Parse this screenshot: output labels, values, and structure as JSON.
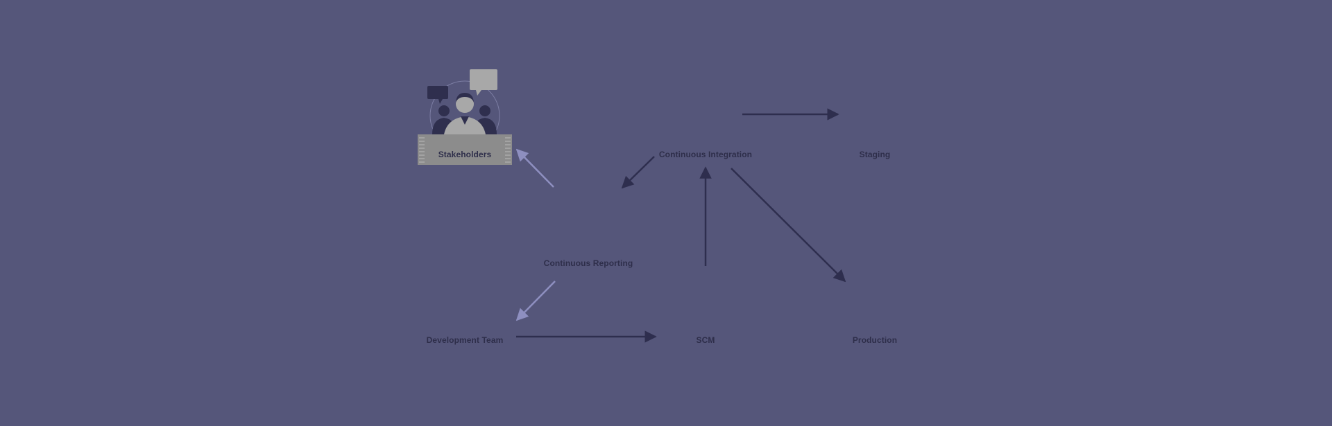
{
  "diagram": {
    "nodes": {
      "stakeholders": {
        "label": "Stakeholders"
      },
      "continuous_integration": {
        "label": "Continuous Integration"
      },
      "staging": {
        "label": "Staging"
      },
      "continuous_reporting": {
        "label": "Continuous Reporting"
      },
      "development_team": {
        "label": "Development Team"
      },
      "scm": {
        "label": "SCM"
      },
      "production": {
        "label": "Production"
      }
    },
    "edges": [
      {
        "from": "development_team",
        "to": "scm"
      },
      {
        "from": "scm",
        "to": "continuous_integration"
      },
      {
        "from": "continuous_integration",
        "to": "staging"
      },
      {
        "from": "continuous_integration",
        "to": "production"
      },
      {
        "from": "continuous_integration",
        "to": "continuous_reporting"
      },
      {
        "from": "continuous_reporting",
        "to": "stakeholders"
      },
      {
        "from": "continuous_reporting",
        "to": "development_team"
      }
    ],
    "colors": {
      "background": "#55567a",
      "dark_arrow": "#2e2e4e",
      "light_arrow": "#8e8fc0",
      "pedestal": "#8c8c8c",
      "figure": "#a8a8a8",
      "dark_figure": "#2f2f4e",
      "code_highlight": "#8b1a1a"
    }
  }
}
